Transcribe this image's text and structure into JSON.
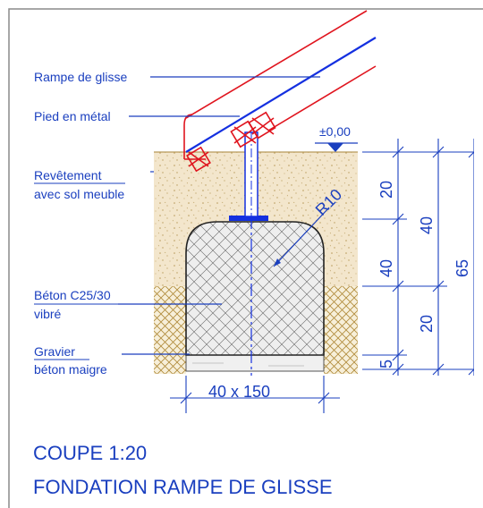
{
  "colors": {
    "frame": "#8a8a8a",
    "label_blue": "#1a3fbf",
    "rail_red": "#e0141e",
    "rail_blue": "#1430e0",
    "soil_fill": "#f3e6cc",
    "soil_dots": "#b89a5a",
    "gravel_hatch": "#b08a3a",
    "concrete_fill": "#eeeeee",
    "concrete_hatch": "#666666",
    "dimension": "#1a3fbf"
  },
  "labels": {
    "rail": "Rampe de glisse",
    "foot": "Pied en métal",
    "soil_line1": "Revêtement",
    "soil_line2": "avec sol meuble",
    "concrete_line1": "Béton C25/30",
    "concrete_line2": "vibré",
    "gravel_line1": "Gravier",
    "gravel_line2": "béton maigre"
  },
  "level": {
    "text": "±0,00"
  },
  "radius": {
    "text": "R10"
  },
  "dimensions": {
    "d20a": "20",
    "d40a": "40",
    "d40b": "40",
    "d20b": "20",
    "d5": "5",
    "d65": "65",
    "width": "40 x 150"
  },
  "title": {
    "line1": "COUPE   1:20",
    "line2": "FONDATION  RAMPE DE GLISSE"
  },
  "icons": [
    "level-marker-icon",
    "dimension-tick-icon"
  ]
}
